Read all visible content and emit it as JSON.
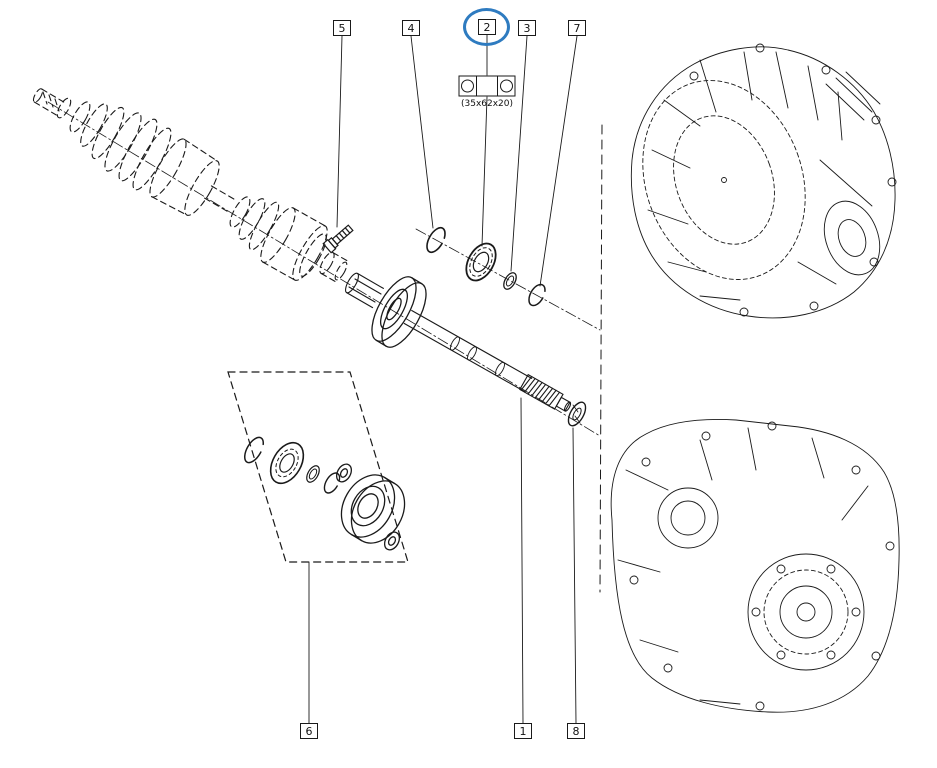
{
  "diagram": {
    "callouts": [
      {
        "id": "5",
        "selected": false
      },
      {
        "id": "4",
        "selected": false
      },
      {
        "id": "2",
        "selected": true
      },
      {
        "id": "3",
        "selected": false
      },
      {
        "id": "7",
        "selected": false
      },
      {
        "id": "6",
        "selected": false
      },
      {
        "id": "1",
        "selected": false
      },
      {
        "id": "8",
        "selected": false
      }
    ],
    "bearing_dimension_label": "(35x62x20)",
    "colors": {
      "line": "#1a1a1a",
      "highlight": "#2e7bc0",
      "background": "#ffffff"
    },
    "icons": {
      "bearing_symbol": "bearing-cross-section-icon",
      "selected_marker": "blue-ellipse-highlight"
    }
  }
}
